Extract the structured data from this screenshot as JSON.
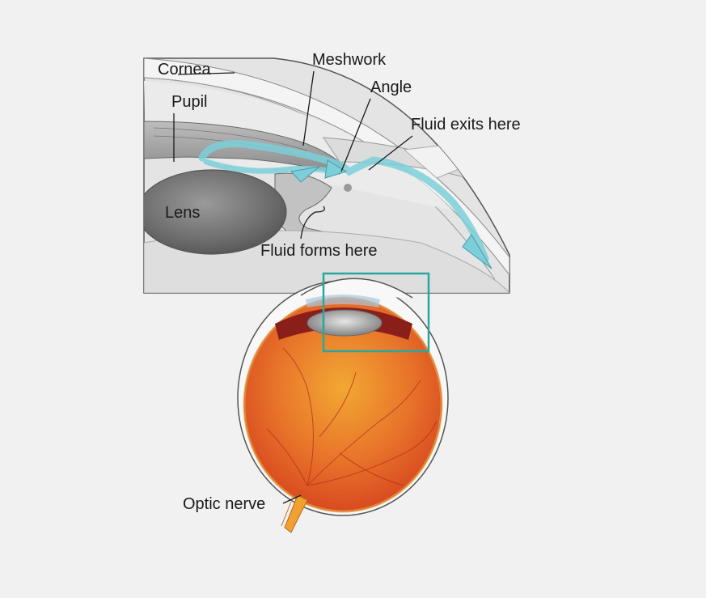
{
  "labels": {
    "cornea": "Cornea",
    "pupil": "Pupil",
    "lens": "Lens",
    "meshwork": "Meshwork",
    "angle": "Angle",
    "fluid_exits": "Fluid exits here",
    "fluid_forms": "Fluid forms here",
    "optic_nerve": "Optic nerve"
  },
  "colors": {
    "background": "#f1f1f1",
    "fluid_flow": "#7ccfd9",
    "highlight_box": "#2aa6a0",
    "retina_center": "#f0a130",
    "retina_edge": "#d8431f"
  }
}
